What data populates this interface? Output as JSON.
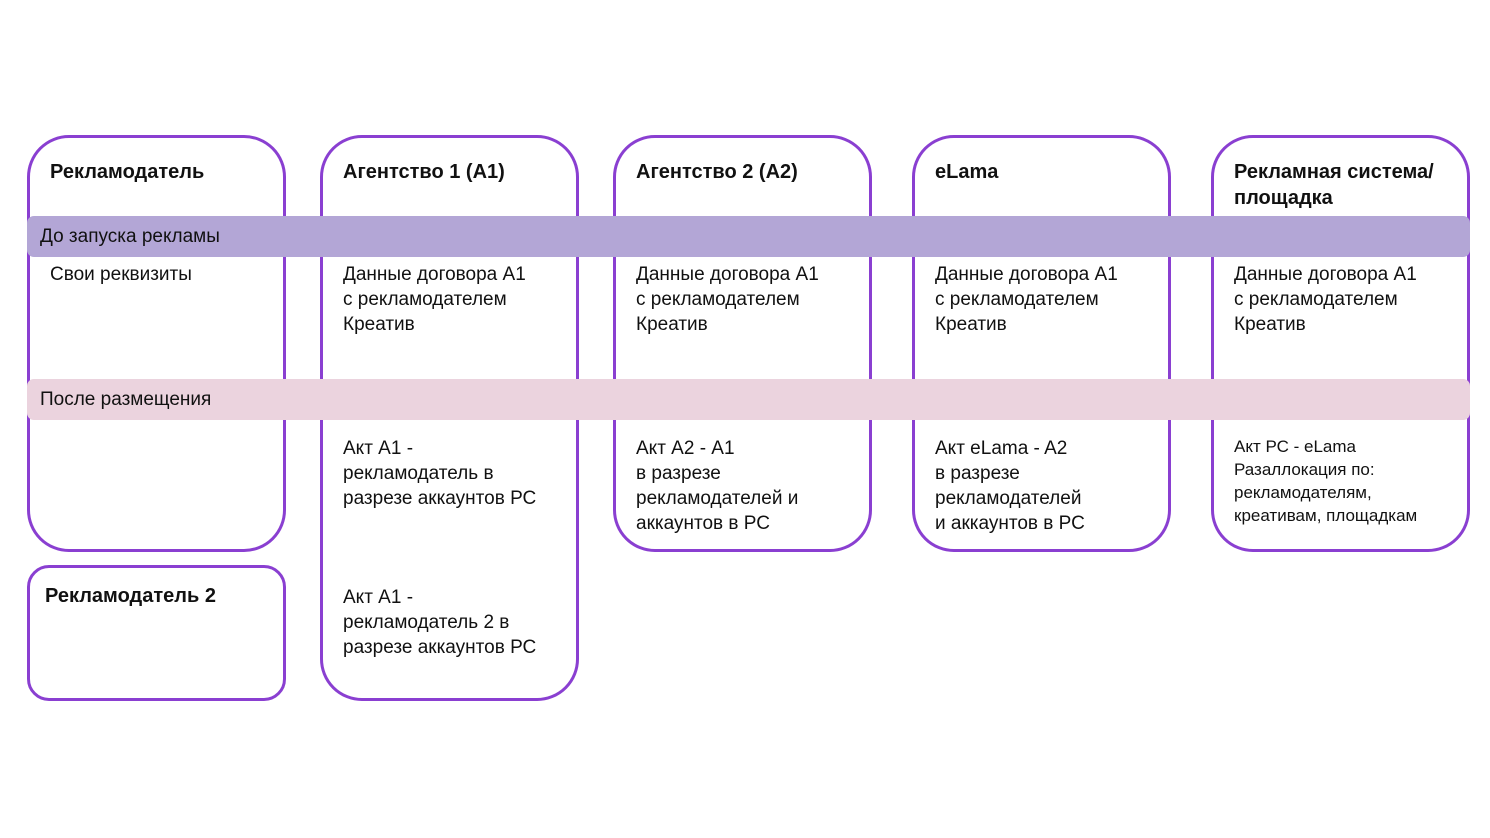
{
  "columns": [
    {
      "title": "Рекламодатель",
      "before": "Свои реквизиты",
      "after": ""
    },
    {
      "title": "Агентство 1 (А1)",
      "before": "Данные договора А1\nс рекламодателем\nКреатив",
      "after": "Акт А1 -\nрекламодатель в\nразрезе аккаунтов РС",
      "after2": "Акт А1 -\nрекламодатель 2 в\nразрезе аккаунтов РС"
    },
    {
      "title": "Агентство 2 (А2)",
      "before": "Данные договора А1\nс рекламодателем\nКреатив",
      "after": "Акт А2 - А1\nв разрезе\nрекламодателей и\nаккаунтов в РС"
    },
    {
      "title": "eLama",
      "before": "Данные договора А1\nс рекламодателем\nКреатив",
      "after": "Акт eLama - A2\nв разрезе\nрекламодателей\nи аккаунтов в РС"
    },
    {
      "title": "Рекламная система/площадка",
      "before": "Данные договора А1\nс рекламодателем\nКреатив",
      "after": "Акт РС - eLama\nРазаллокация по:\nрекламодателям,\nкреативам, площадкам"
    }
  ],
  "advertiser2": {
    "title": "Рекламодатель 2"
  },
  "bands": {
    "before": "До запуска рекламы",
    "after": "После размещения"
  },
  "colors": {
    "border": "#8a3fd1",
    "band_before": "#b3a6d6",
    "band_after": "#ebd3de"
  }
}
